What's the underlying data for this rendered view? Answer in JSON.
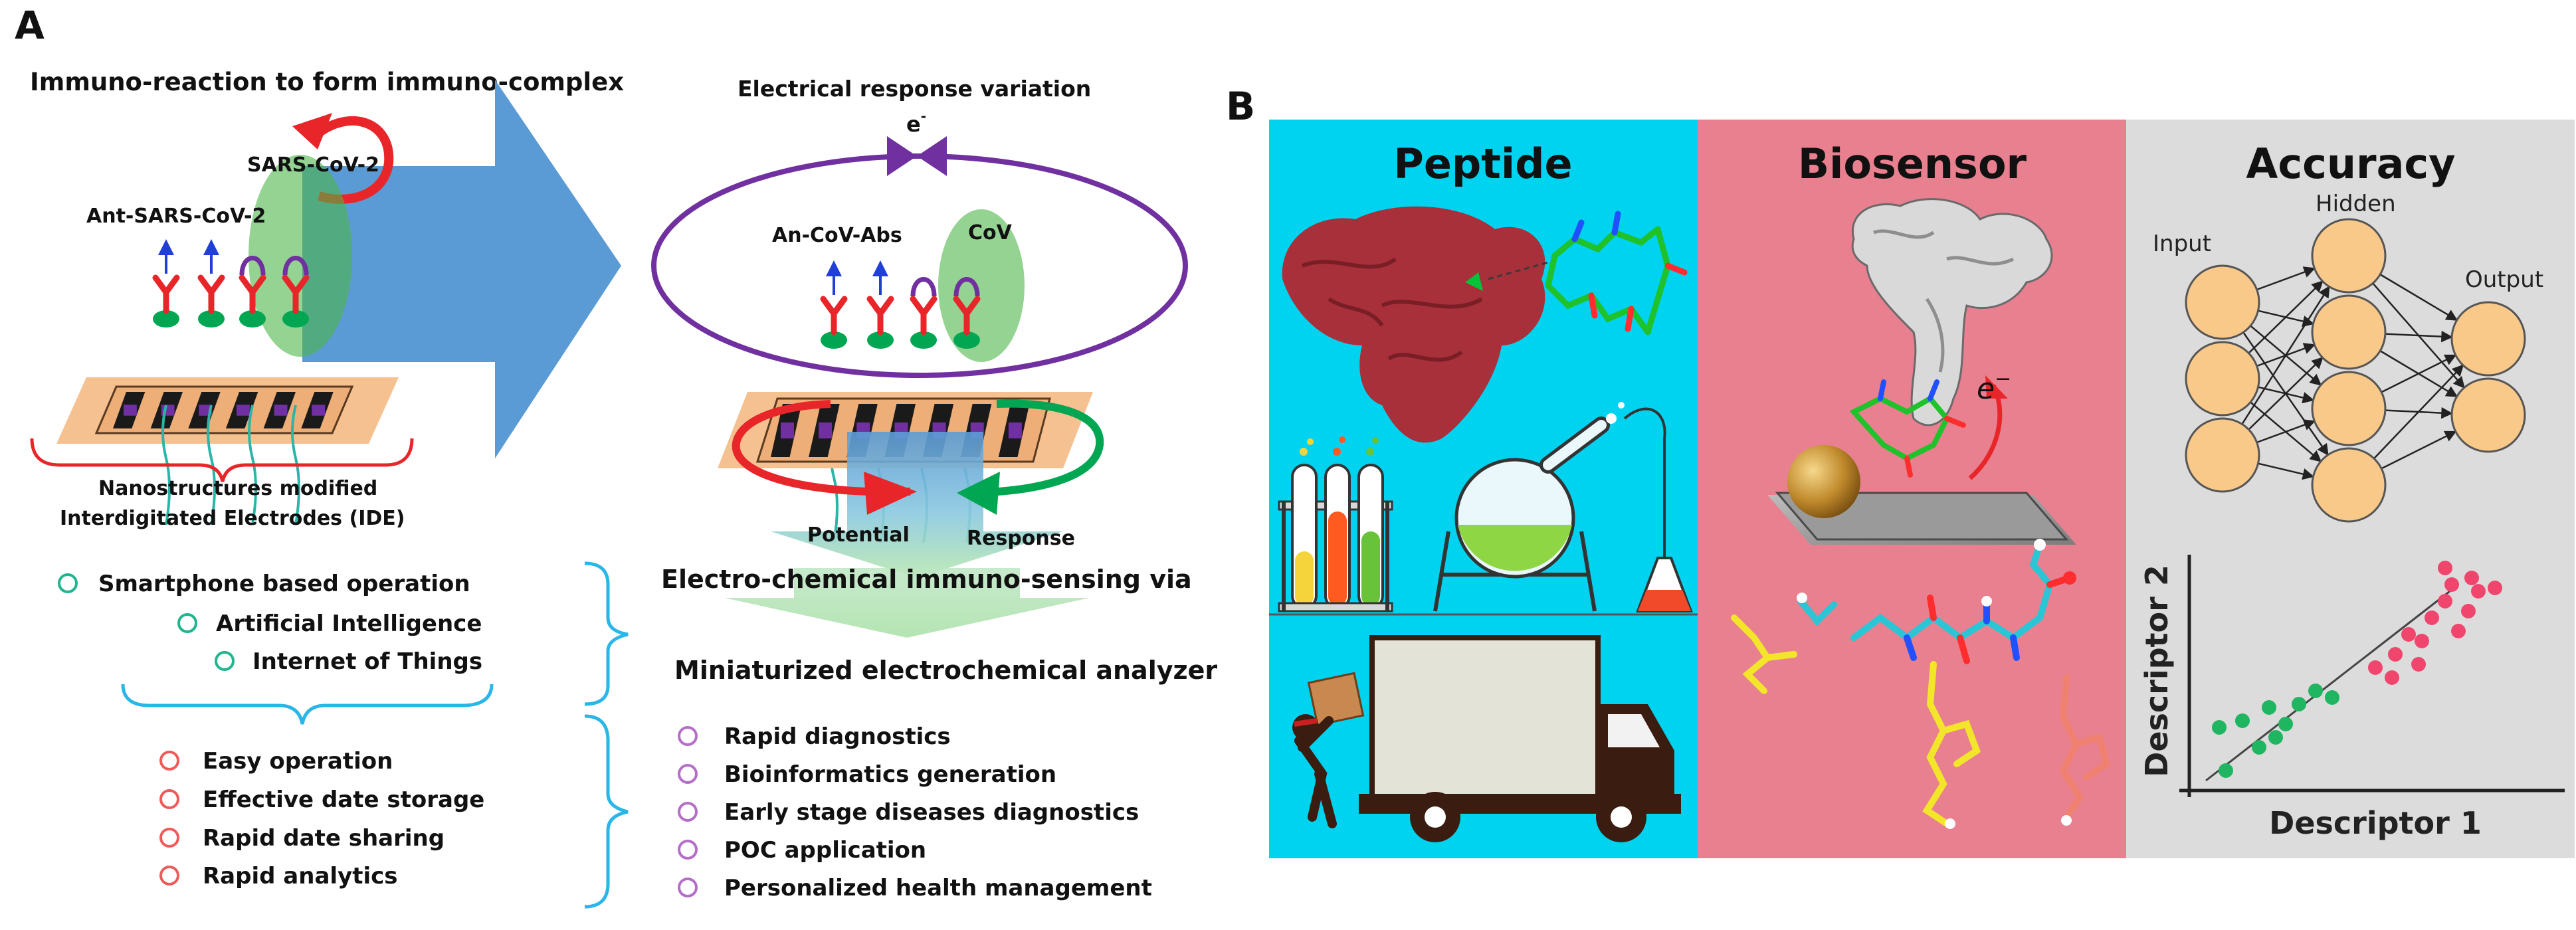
{
  "panel_a": {
    "letter": "A",
    "title_immuno": "Immuno-reaction to form immuno-complex",
    "label_sars": "SARS-CoV-2",
    "label_ant": "Ant-SARS-CoV-2",
    "caption_line1": "Nanostructures modified",
    "caption_line2": "Interdigitated Electrodes (IDE)",
    "title_electrical": "Electrical response variation",
    "label_e": "e",
    "label_e_sup": "-",
    "label_ancov": "An-CoV-Abs",
    "label_cov": "CoV",
    "label_potential": "Potential",
    "label_response": "Response",
    "features": [
      "Smartphone based operation",
      "Artificial Intelligence",
      "Internet of Things"
    ],
    "benefits": [
      "Easy operation",
      "Effective date storage",
      "Rapid date sharing",
      "Rapid analytics"
    ],
    "heading1": "Electro-chemical immuno-sensing via",
    "heading2": "Miniaturized electrochemical analyzer",
    "outcomes": [
      "Rapid diagnostics",
      "Bioinformatics generation",
      "Early stage diseases diagnostics",
      "POC application",
      "Personalized health management"
    ]
  },
  "panel_b": {
    "letter": "B",
    "peptide_title": "Peptide",
    "biosensor_title": "Biosensor",
    "accuracy_title": "Accuracy",
    "label_e": "e",
    "label_e_sup": "−",
    "nn_input": "Input",
    "nn_hidden": "Hidden",
    "nn_output": "Output",
    "axis_x": "Descriptor 1",
    "axis_y": "Descriptor 2"
  },
  "colors": {
    "arrow_blue": "#5b9bd5",
    "immuno_purple": "#7030a0",
    "antibody_red": "#e8262a",
    "node_green": "#00a651",
    "bullet_green": "#1fb58f",
    "bullet_red": "#f05a5a",
    "bullet_purple": "#b46ec8",
    "brace_cyan": "#29b6e8",
    "peptide_bg": "#00d3f0",
    "biosensor_bg": "#e9808f",
    "accuracy_bg": "#dcdcdc",
    "neuron": "#f9c98a"
  }
}
